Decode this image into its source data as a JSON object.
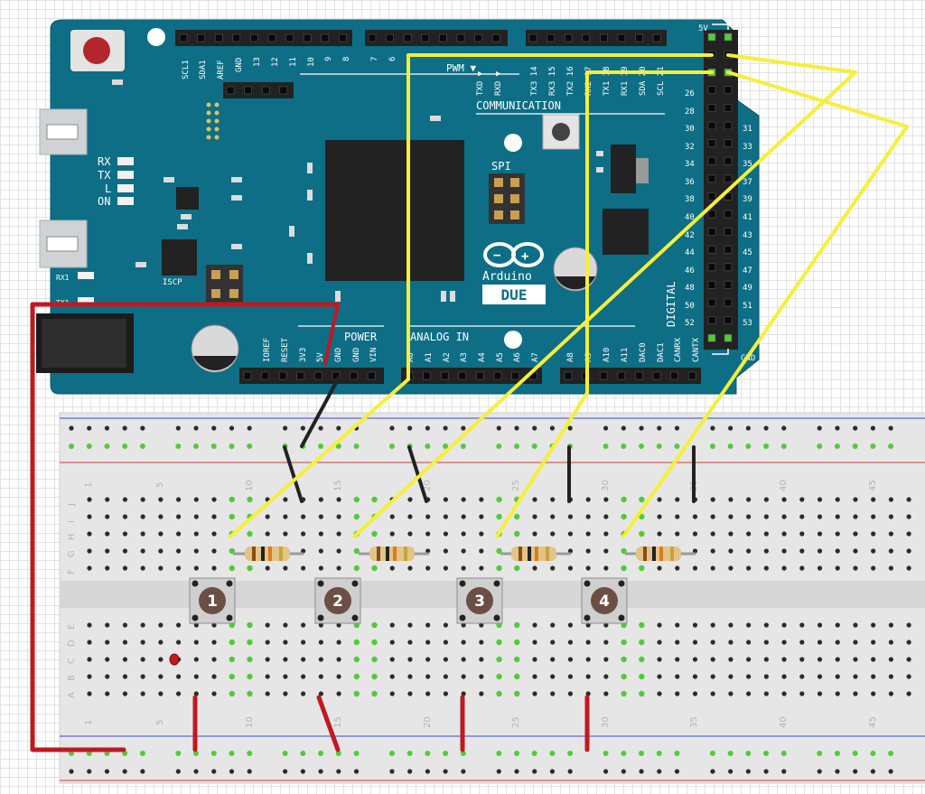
{
  "board": {
    "name": "Arduino",
    "model": "DUE",
    "labels": {
      "top_header": [
        "SCL1",
        "SDA1",
        "AREF",
        "GND",
        "13",
        "12",
        "11",
        "10",
        "9",
        "8",
        "7",
        "6"
      ],
      "pwm": "PWM ▼",
      "comm_pins": [
        "TXD ▼",
        "RXD ▼",
        "TX3 14",
        "RX3 15",
        "TX2 16",
        "RX2 17",
        "TX1 18",
        "RX1 19",
        "SDA 20",
        "SCL 21"
      ],
      "communication": "COMMUNICATION",
      "spi": "SPI",
      "status_leds": [
        "RX",
        "TX",
        "L",
        "ON"
      ],
      "icsp": "ISCP",
      "rx1": "RX1",
      "tx1": "TX1",
      "power": "POWER",
      "analog_in": "ANALOG IN",
      "power_pins": [
        "IOREF",
        "RESET",
        "3V3",
        "5V",
        "GND",
        "GND",
        "VIN"
      ],
      "analog_pins": [
        "A0",
        "A1",
        "A2",
        "A3",
        "A4",
        "A5",
        "A6",
        "A7",
        "A8",
        "A9",
        "A10",
        "A11",
        "DAC0",
        "DAC1",
        "CANRX",
        "CANTX"
      ],
      "digital": "DIGITAL",
      "v5_top": "5V",
      "gnd_bottom": "GND",
      "digital_left": [
        "26",
        "28",
        "30",
        "32",
        "34",
        "36",
        "38",
        "40",
        "42",
        "44",
        "46",
        "48",
        "50",
        "52"
      ],
      "digital_right": [
        "31",
        "33",
        "35",
        "37",
        "39",
        "41",
        "43",
        "45",
        "47",
        "49",
        "51",
        "53"
      ]
    }
  },
  "breadboard": {
    "row_letters_top": [
      "J",
      "I",
      "H",
      "G",
      "F"
    ],
    "row_letters_bottom": [
      "E",
      "D",
      "C",
      "B",
      "A"
    ],
    "column_numbers": [
      "1",
      "5",
      "10",
      "15",
      "20",
      "25",
      "30",
      "35",
      "40",
      "45"
    ]
  },
  "buttons": [
    "1",
    "2",
    "3",
    "4"
  ],
  "colors": {
    "board": "#0d6e86",
    "wire_signal": "#f5ef3a",
    "wire_power": "#c0191f",
    "wire_ground": "#222222",
    "breadboard": "#e8e8e8",
    "connected_hole": "#53c93b"
  }
}
